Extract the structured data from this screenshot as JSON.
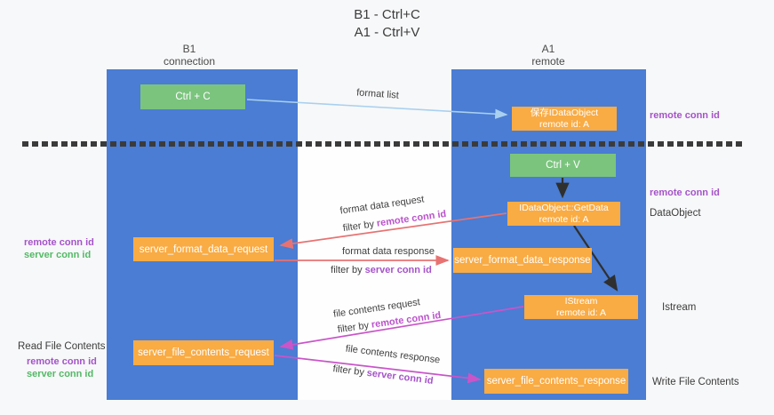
{
  "title": {
    "line1": "B1 - Ctrl+C",
    "line2": "A1 - Ctrl+V"
  },
  "colors": {
    "lane_blue": "#4a7dd3",
    "box_green": "#7bc47e",
    "box_orange": "#f9ab44",
    "label_purple": "#a553c9",
    "label_magenta": "#bb53cc",
    "label_green": "#53b966",
    "arrow_blue": "#a9d0ef",
    "arrow_red": "#e87272",
    "arrow_magenta": "#c955c9",
    "arrow_black": "#2f2f2f"
  },
  "lanes": {
    "left": {
      "title": "B1",
      "subtitle": "connection"
    },
    "right": {
      "title": "A1",
      "subtitle": "remote"
    }
  },
  "nodes": {
    "ctrl_c": {
      "label": "Ctrl + C"
    },
    "ctrl_v": {
      "label": "Ctrl + V"
    },
    "save_dataobject": {
      "line1": "保存IDataObject",
      "line2": "remote id: A"
    },
    "getdata": {
      "line1": "IDataObject::GetData",
      "line2": "remote id: A"
    },
    "istream": {
      "line1": "IStream",
      "line2": "remote id: A"
    },
    "format_request": {
      "label": "server_format_data_request"
    },
    "format_response": {
      "label": "server_format_data_response"
    },
    "file_request": {
      "label": "server_file_contents_request"
    },
    "file_response": {
      "label": "server_file_contents_response"
    }
  },
  "annotations": {
    "format_list": "format list",
    "format_data_request": "format data request",
    "format_data_response": "format data response",
    "file_contents_request": "file contents request",
    "file_contents_response": "file contents response",
    "filter_by": "filter by",
    "remote_conn_id": "remote conn id",
    "server_conn_id": "server conn id"
  },
  "side_labels": {
    "remote_conn_id": "remote conn id",
    "server_conn_id": "server conn id",
    "dataobject": "DataObject",
    "istream": "Istream",
    "read_file_contents": "Read File Contents",
    "write_file_contents": "Write File Contents"
  }
}
